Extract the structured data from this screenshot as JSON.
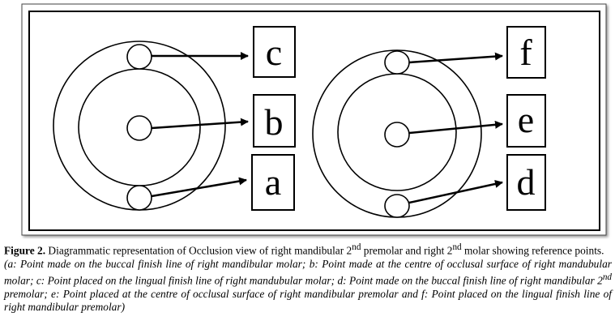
{
  "figure": {
    "labels": [
      "a",
      "b",
      "c",
      "d",
      "e",
      "f"
    ]
  },
  "caption": {
    "figure_label": "Figure 2.",
    "title_part1": " Diagrammatic representation of Occlusion view of right mandibular 2",
    "sup1": "nd",
    "title_part2": " premolar and right 2",
    "sup2": "nd",
    "title_part3": " molar showing reference points.",
    "legend_part1": "(a: Point made on the buccal finish line of right mandibular molar; b: Point made at the centre of occlusal surface of right mandubular molar; c: Point placed on the lingual finish line of right mandubular molar; d: Point made on the buccal finish line of right mandibular 2",
    "legend_sup": "nd",
    "legend_part2": " premolar; e: Point placed at the centre of occlusal surface of right mandibular premolar and f: Point placed on the lingual finish line of right mandibular premolar)"
  }
}
